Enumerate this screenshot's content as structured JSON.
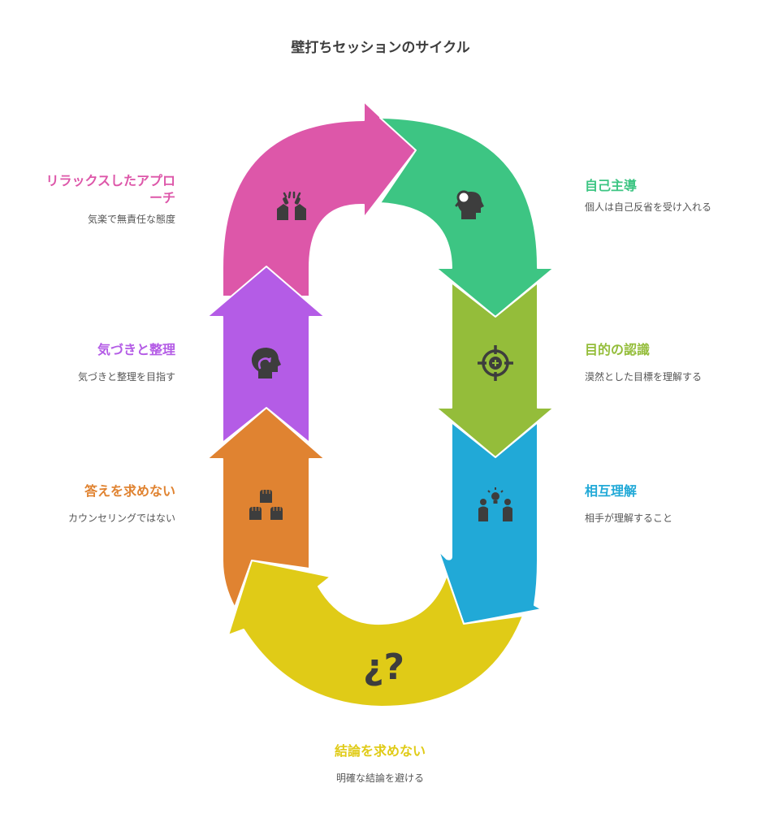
{
  "title": "壁打ちセッションのサイクル",
  "colors": {
    "self_directed": "#3dc583",
    "purpose": "#94bd3a",
    "mutual": "#21a9d7",
    "no_conclusion": "#e0cb17",
    "no_answer": "#e08331",
    "awareness": "#b45ce6",
    "relaxed": "#dd57a9",
    "icon": "#3d3d3d",
    "title_text": "#3d3d3d",
    "desc_text": "#555555"
  },
  "stages": {
    "self_directed": {
      "heading": "自己主導",
      "desc": "個人は自己反省を受け入れる",
      "icon": "head-magnifier-icon"
    },
    "purpose": {
      "heading": "目的の認識",
      "desc": "漠然とした目標を理解する",
      "icon": "crosshair-target-icon"
    },
    "mutual": {
      "heading": "相互理解",
      "desc": "相手が理解すること",
      "icon": "two-people-lightbulb-icon"
    },
    "no_conclusion": {
      "heading": "結論を求めない",
      "desc": "明確な結論を避ける",
      "icon": "question-marks-icon"
    },
    "no_answer": {
      "heading": "答えを求めない",
      "desc": "カウンセリングではない",
      "icon": "hands-icon"
    },
    "awareness": {
      "heading": "気づきと整理",
      "desc": "気づきと整理を目指す",
      "icon": "head-arrow-icon"
    },
    "relaxed": {
      "heading": "リラックスしたアプローチ",
      "desc": "気楽で無責任な態度",
      "icon": "high-five-icon"
    }
  }
}
